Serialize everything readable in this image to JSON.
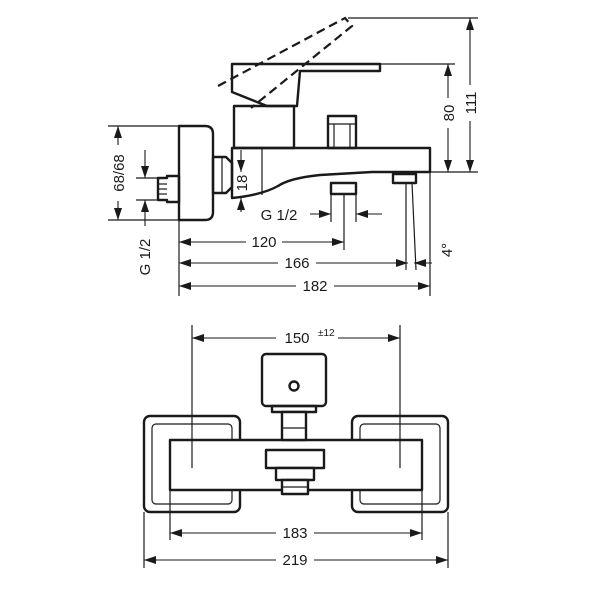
{
  "side_view": {
    "dims": {
      "height_111": "111",
      "height_80": "80",
      "height_68_68": "68/68",
      "offset_18": "18",
      "thread_outlet": "G 1/2",
      "thread_inlet": "G 1/2",
      "len_120": "120",
      "len_166": "166",
      "len_182": "182",
      "angle_4": "4°"
    }
  },
  "top_view": {
    "dims": {
      "centers_150": "150",
      "tolerance_12": "±12",
      "width_183": "183",
      "width_219": "219"
    }
  }
}
